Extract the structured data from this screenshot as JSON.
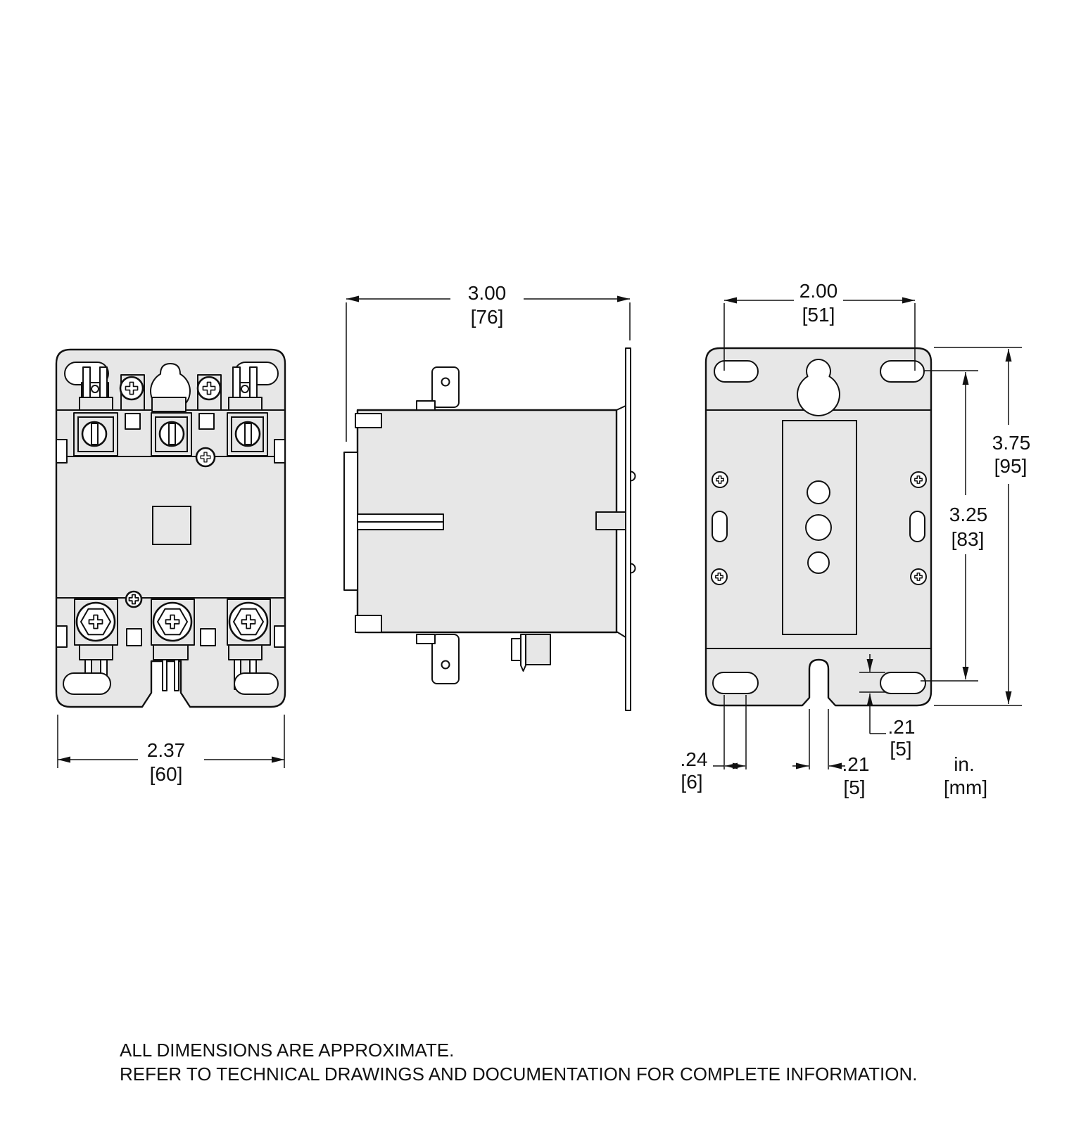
{
  "drawing": {
    "type": "technical-dimension-drawing",
    "views": {
      "front": "front-view",
      "side": "side-view",
      "back": "back-mounting-view"
    },
    "dims": {
      "front_width": {
        "in": "2.37",
        "mm": "[60]"
      },
      "side_depth": {
        "in": "3.00",
        "mm": "[76]"
      },
      "mount_slot_spacing": {
        "in": "2.00",
        "mm": "[51]"
      },
      "overall_height": {
        "in": "3.75",
        "mm": "[95]"
      },
      "mount_slot_vertical": {
        "in": "3.25",
        "mm": "[83]"
      },
      "mount_slot_height": {
        "in": ".21",
        "mm": "[5]"
      },
      "mount_slot_width": {
        "in": ".24",
        "mm": "[6]"
      },
      "notch_width": {
        "in": ".21",
        "mm": "[5]"
      }
    },
    "units": {
      "inches": "in.",
      "millimeters": "[mm]"
    },
    "notes": {
      "line1": "ALL DIMENSIONS ARE APPROXIMATE.",
      "line2": "REFER TO TECHNICAL DRAWINGS AND DOCUMENTATION FOR COMPLETE INFORMATION."
    },
    "colors": {
      "body_fill": "#e7e7e7",
      "line": "#111111",
      "background": "#ffffff"
    }
  }
}
